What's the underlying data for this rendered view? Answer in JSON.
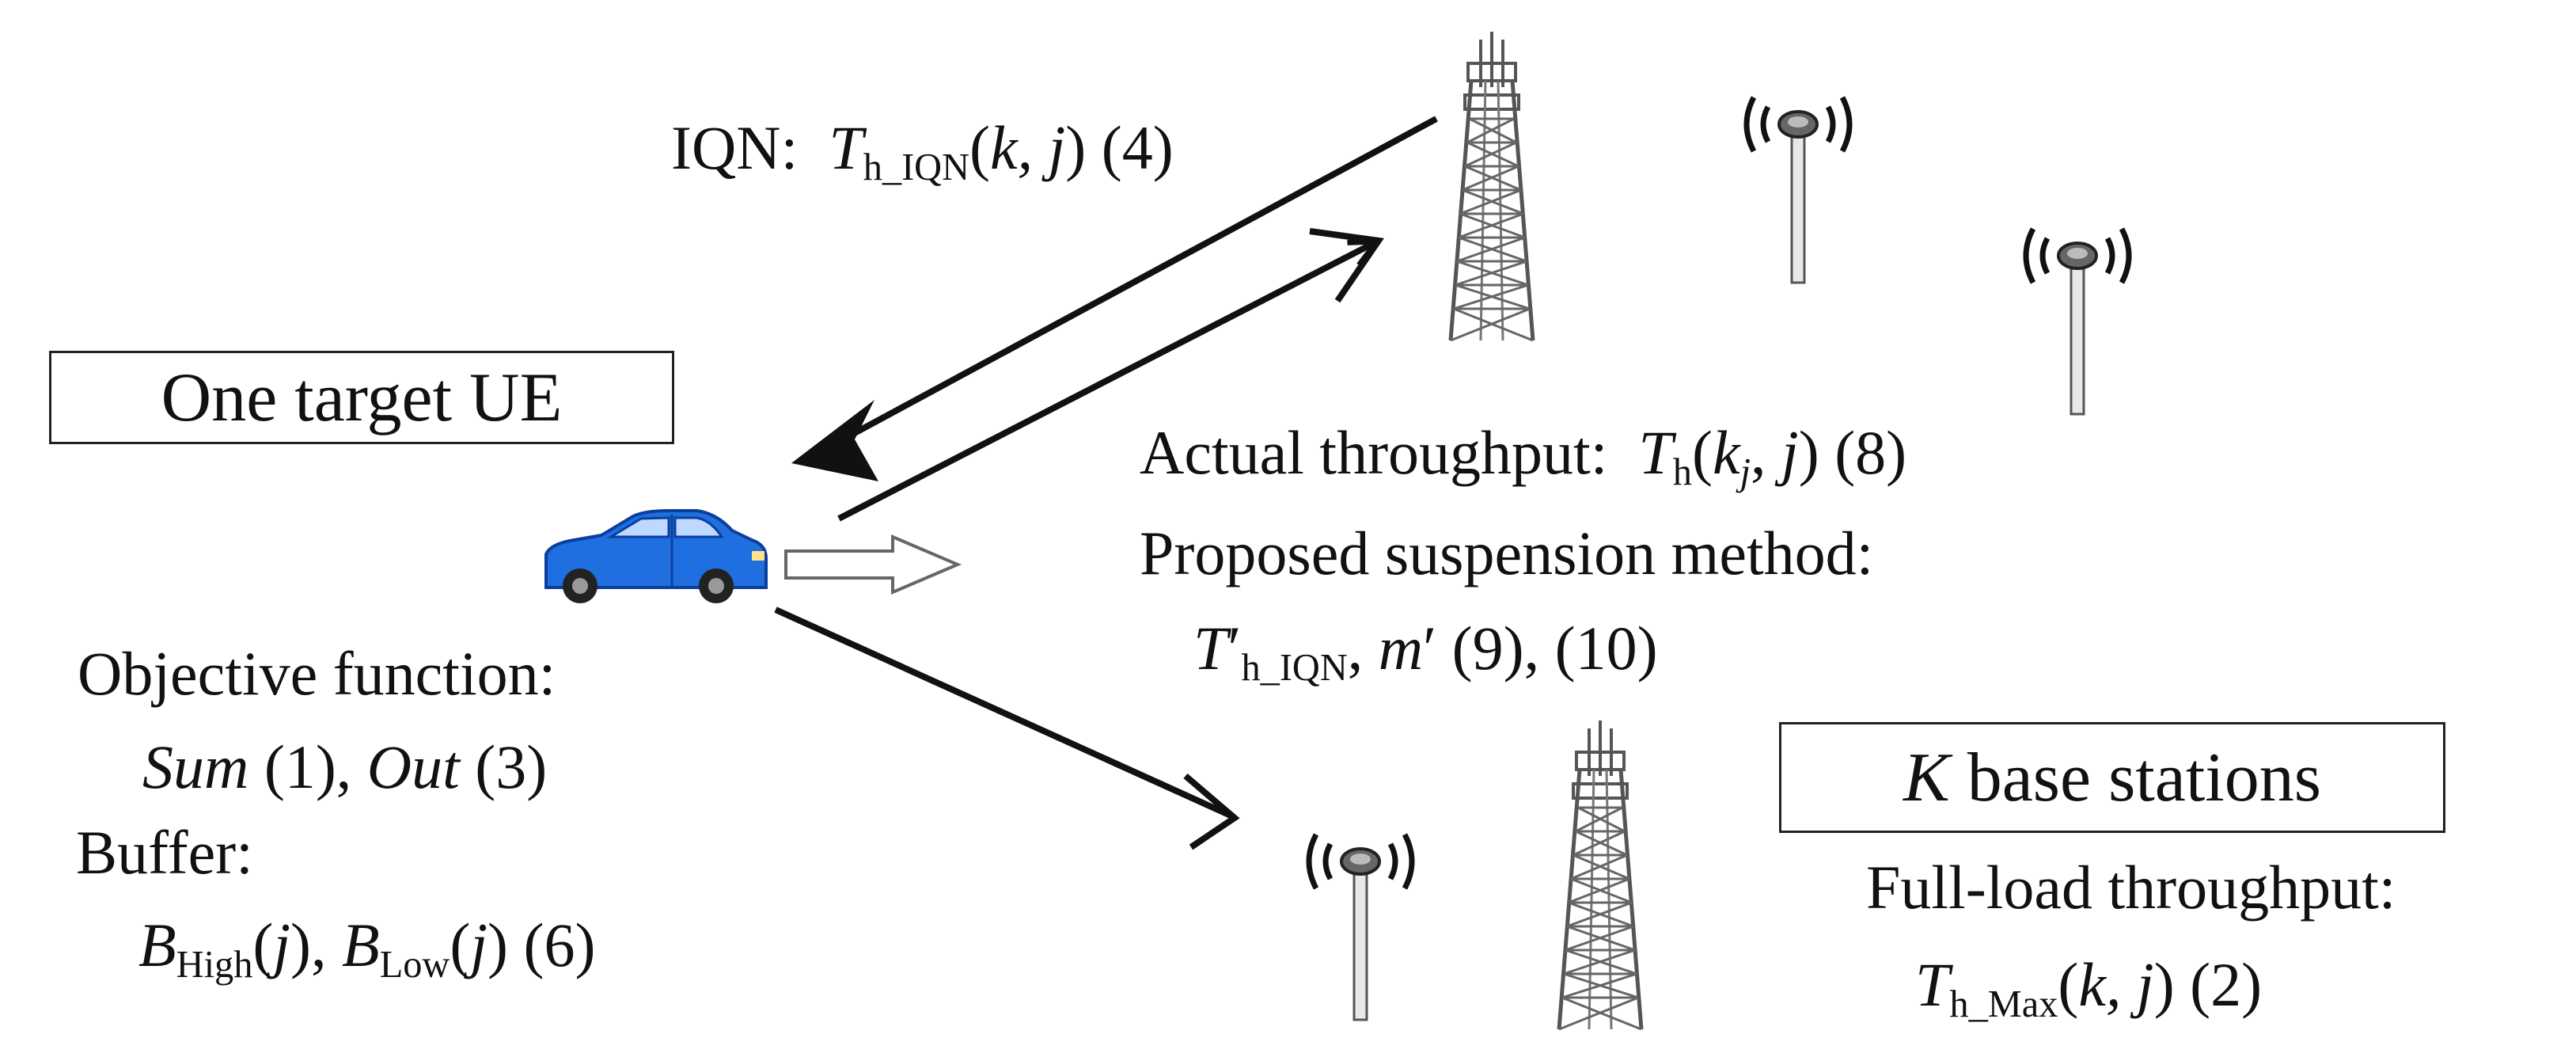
{
  "colors": {
    "line": "#111111",
    "car_body": "#1f6fe0",
    "car_dark": "#0b3f9e",
    "tower": "#555555"
  },
  "icons": {
    "car": "car-icon",
    "tower": "cell-tower-icon",
    "small_cell": "small-cell-antenna-icon",
    "arrow": "hollow-arrow-icon"
  },
  "iqn": {
    "prefix": "IQN:",
    "T": "T",
    "sub": "h_IQN",
    "open": "(",
    "k": "k,",
    "j": "j",
    "close": ")",
    "eq": "(4)"
  },
  "ue_box": {
    "label": "One target UE"
  },
  "actual": {
    "prefix": "Actual throughput:",
    "T": "T",
    "sub": "h",
    "open": "(",
    "k": "k",
    "ksub": "j",
    "comma": ",",
    "j": "j",
    "close": ")",
    "eq": "(8)"
  },
  "proposed": {
    "line1": "Proposed suspension method:",
    "T": "T",
    "prime": "′",
    "sub": "h_IQN",
    "comma": ",",
    "m": "m",
    "mprime": "′",
    "eqs": "(9), (10)"
  },
  "objective": {
    "line1": "Objective function:",
    "sum": "Sum",
    "sum_eq": "(1),",
    "out": "Out",
    "out_eq": "(3)"
  },
  "buffer": {
    "line1": "Buffer:",
    "B": "B",
    "high_sub": "High",
    "open": "(",
    "j": "j",
    "close": "),",
    "low_sub": "Low",
    "close2": ")",
    "eq": "(6)"
  },
  "k_box": {
    "K": "K",
    "rest": "base stations"
  },
  "full_load": {
    "line1": "Full-load throughput:",
    "T": "T",
    "sub": "h_Max",
    "open": "(",
    "k": "k,",
    "j": "j",
    "close": ")",
    "eq": "(2)"
  }
}
